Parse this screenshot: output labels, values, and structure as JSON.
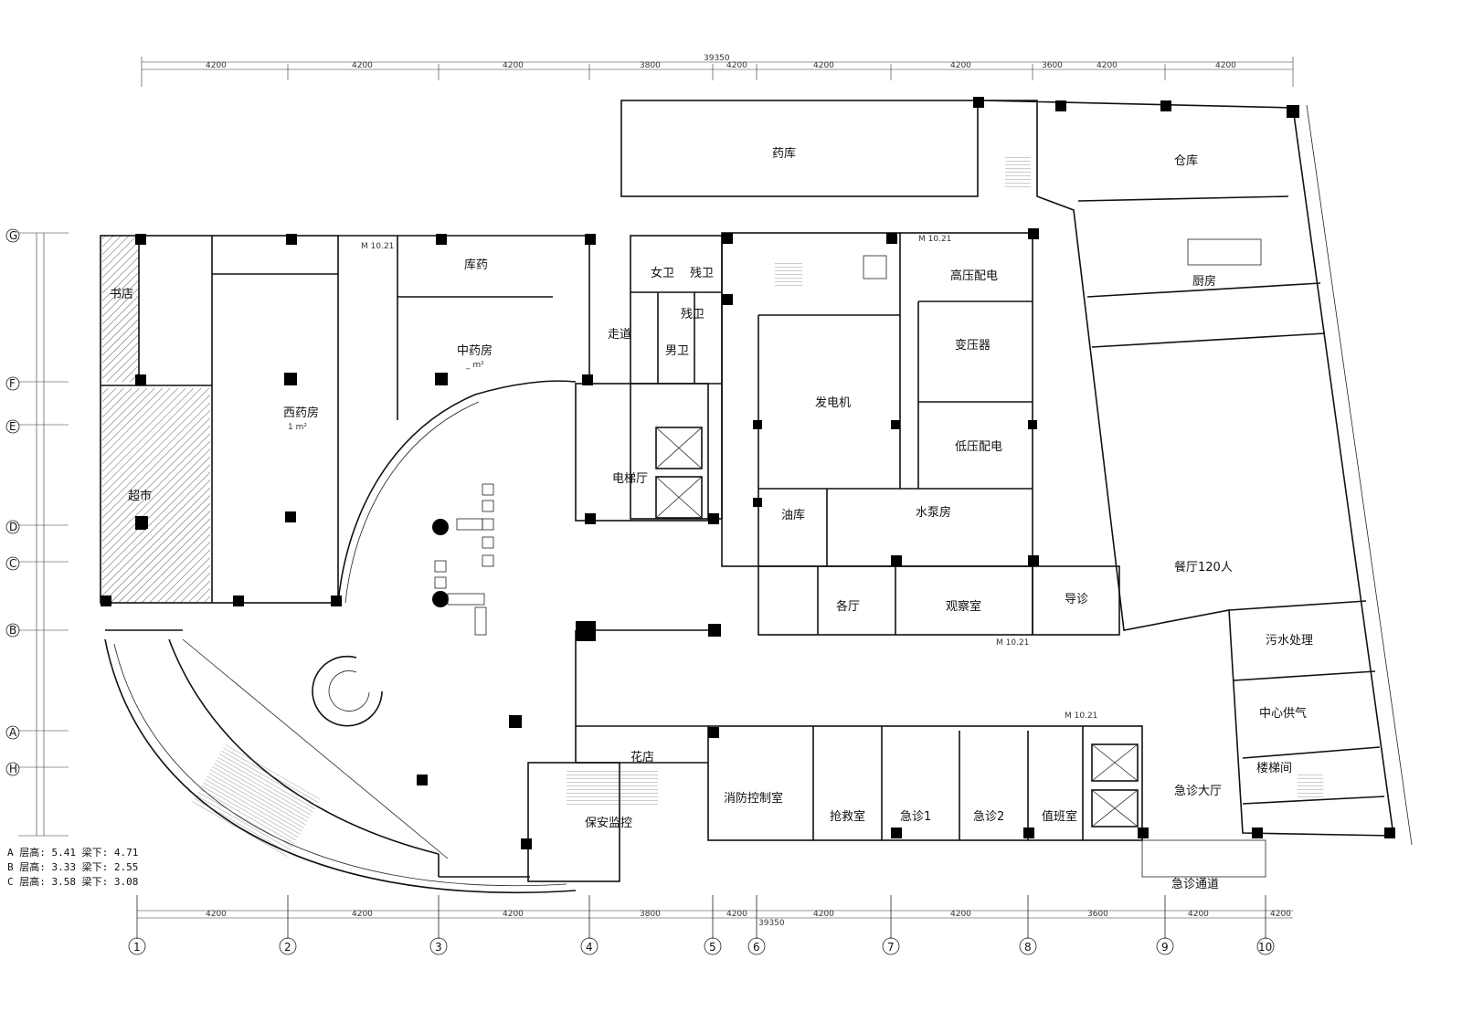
{
  "rooms": {
    "yaoku": "药库",
    "cangku": "仓库",
    "chufang": "厨房",
    "canting": "餐厅120人",
    "nvwei": "女卫",
    "canwei1": "残卫",
    "canwei2": "残卫",
    "nanwei": "男卫",
    "zoudao": "走道",
    "diaoti": "电梯厅",
    "fadianji": "发电机",
    "gaoya": "高压配电",
    "bianya": "变压器",
    "diya": "低压配电",
    "shuibeng": "水泵房",
    "youku": "油库",
    "zhongyao": "中药房",
    "xiyao": "西药房",
    "xiyao_area": "1 m²",
    "zhongyao_area": "_ m²",
    "kuyao": "库药",
    "chaoshi": "超市",
    "shudian": "书店",
    "huadian": "花店",
    "baoan": "保安监控",
    "xiaofang": "消防控制室",
    "qiangjiu": "抢救室",
    "jizhen1": "急诊1",
    "jizhen2": "急诊2",
    "zhiban": "值班室",
    "jizhendating": "急诊大厅",
    "jizhentongdao": "急诊通道",
    "daozhen": "导诊",
    "guancha": "观察室",
    "gejian": "各厅",
    "wushui": "污水处理",
    "zhongxin": "中心供气",
    "loutijian": "楼梯间"
  },
  "grid_bottom": [
    "1",
    "2",
    "3",
    "4",
    "5",
    "6",
    "7",
    "8",
    "9",
    "10"
  ],
  "grid_left": [
    "G",
    "F",
    "E",
    "D",
    "C",
    "B",
    "A",
    "H"
  ],
  "legend": [
    {
      "label": "A 层高: 5.41   梁下: 4.71"
    },
    {
      "label": "B 层高: 3.33   梁下: 2.55"
    },
    {
      "label": "C 层高: 3.58   梁下: 3.08"
    }
  ],
  "dims_top": [
    "4200",
    "4200",
    "4200",
    "3800",
    "4200",
    "4200",
    "4200",
    "3600",
    "4200",
    "4200"
  ],
  "dims_top_total": "39350",
  "dims_bottom": [
    "4200",
    "4200",
    "4200",
    "3800",
    "4200",
    "4200",
    "4200",
    "3600",
    "4200",
    "4200"
  ],
  "dims_bottom_total": "39350",
  "door_tag": "M 10.21"
}
